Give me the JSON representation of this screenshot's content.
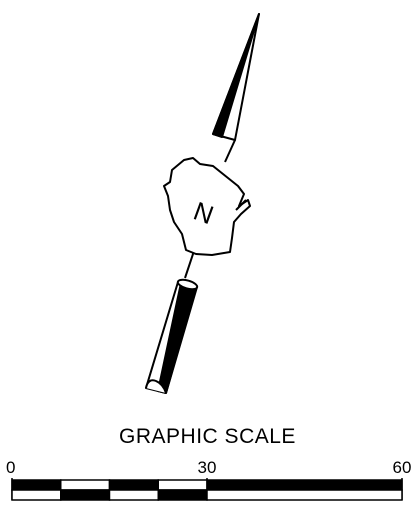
{
  "north_arrow": {
    "label": "N",
    "icon": "north-arrow-icon",
    "emblem": "wisconsin-state-outline-icon"
  },
  "graphic_scale": {
    "title": "GRAPHIC SCALE",
    "ticks": [
      {
        "label": "0",
        "value": 0
      },
      {
        "label": "30",
        "value": 30
      },
      {
        "label": "60",
        "value": 60
      }
    ],
    "max_value": 60,
    "subdivisions": [
      0,
      7.5,
      15,
      22.5,
      30,
      60
    ],
    "colors": {
      "ink": "#000000",
      "paper": "#ffffff"
    }
  }
}
